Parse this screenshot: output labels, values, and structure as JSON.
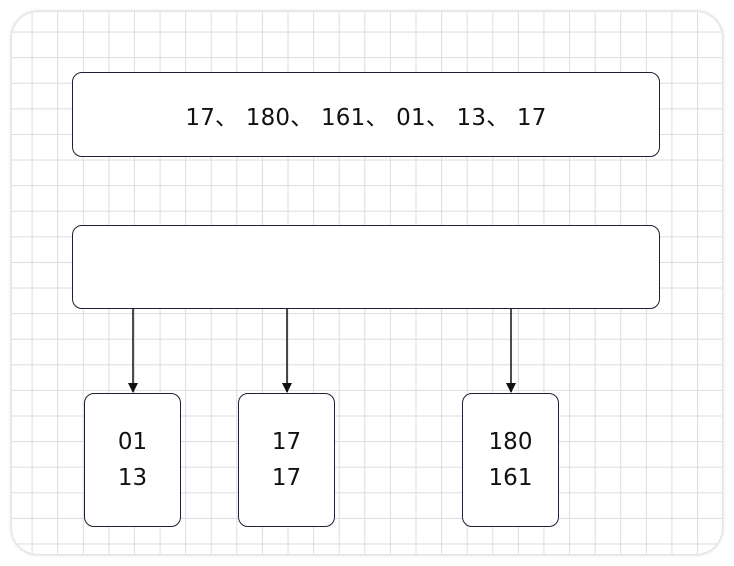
{
  "sequence_text": "17、 180、 161、 01、 13、 17",
  "middle_box_text": "",
  "buckets": [
    {
      "lines": [
        "01",
        "13"
      ]
    },
    {
      "lines": [
        "17",
        "17"
      ]
    },
    {
      "lines": [
        "180",
        "161"
      ]
    }
  ],
  "colors": {
    "stroke": "#1f2030",
    "grid": "#dcdcdc",
    "background": "#ffffff"
  }
}
